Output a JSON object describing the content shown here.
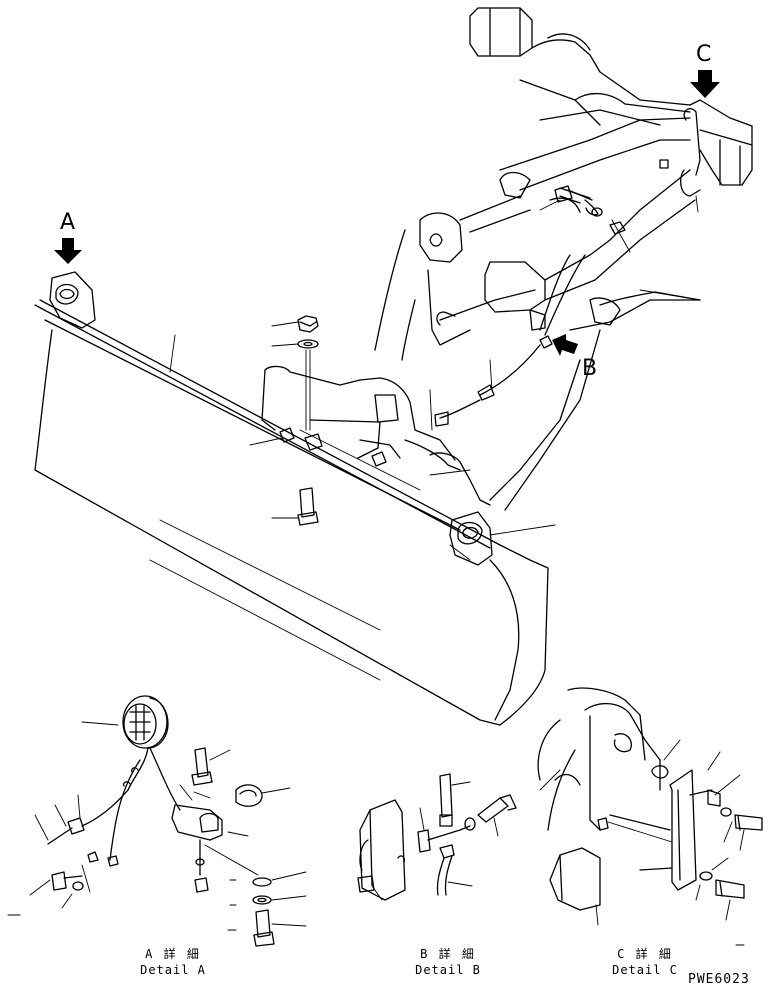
{
  "callouts": {
    "a": "A",
    "b": "B",
    "c": "C"
  },
  "captions": {
    "detail_a_jp": "A 詳 細",
    "detail_a_en": "Detail A",
    "detail_b_jp": "B 詳 細",
    "detail_b_en": "Detail B",
    "detail_c_jp": "C 詳 細",
    "detail_c_en": "Detail C"
  },
  "drawing_code": "PWE6023",
  "icons": {
    "arrow_a": "arrow-down-icon",
    "arrow_b": "arrow-diagonal-icon",
    "arrow_c": "arrow-down-icon",
    "lamp": "lamp-icon"
  }
}
